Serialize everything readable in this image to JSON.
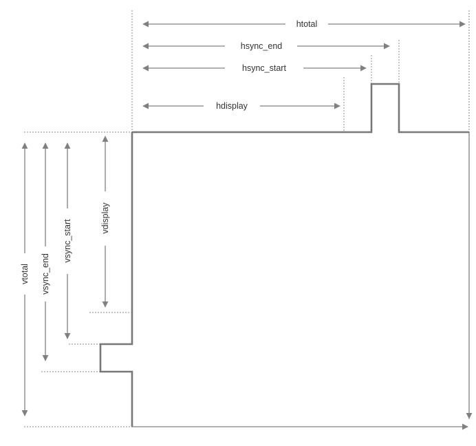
{
  "horizontal": {
    "htotal": "htotal",
    "hsync_end": "hsync_end",
    "hsync_start": "hsync_start",
    "hdisplay": "hdisplay"
  },
  "vertical": {
    "vtotal": "vtotal",
    "vsync_end": "vsync_end",
    "vsync_start": "vsync_start",
    "vdisplay": "vdisplay"
  },
  "colors": {
    "signal": "#777777",
    "arrow": "#808080",
    "guide": "#8a8a8a",
    "text": "#333333"
  }
}
